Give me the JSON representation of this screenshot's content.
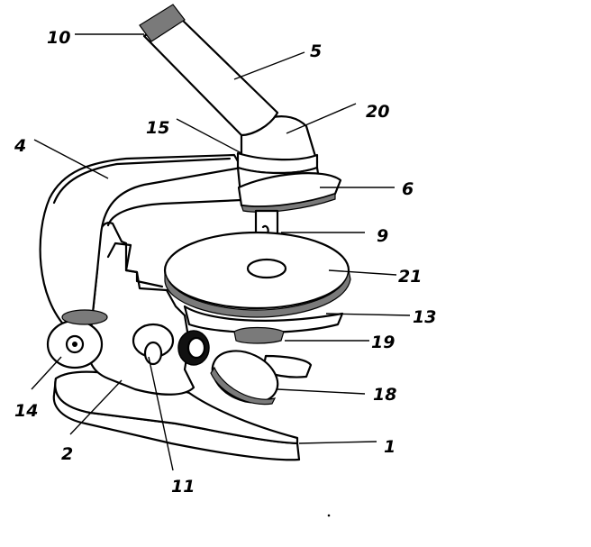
{
  "diagram": {
    "labels": [
      {
        "id": "label-10",
        "text": "10"
      },
      {
        "id": "label-5",
        "text": "5"
      },
      {
        "id": "label-20",
        "text": "20"
      },
      {
        "id": "label-15",
        "text": "15"
      },
      {
        "id": "label-4",
        "text": "4"
      },
      {
        "id": "label-6",
        "text": "6"
      },
      {
        "id": "label-9",
        "text": "9"
      },
      {
        "id": "label-21",
        "text": "21"
      },
      {
        "id": "label-13",
        "text": "13"
      },
      {
        "id": "label-19",
        "text": "19"
      },
      {
        "id": "label-18",
        "text": "18"
      },
      {
        "id": "label-14",
        "text": "14"
      },
      {
        "id": "label-2",
        "text": "2"
      },
      {
        "id": "label-1",
        "text": "1"
      },
      {
        "id": "label-11",
        "text": "11"
      }
    ]
  }
}
